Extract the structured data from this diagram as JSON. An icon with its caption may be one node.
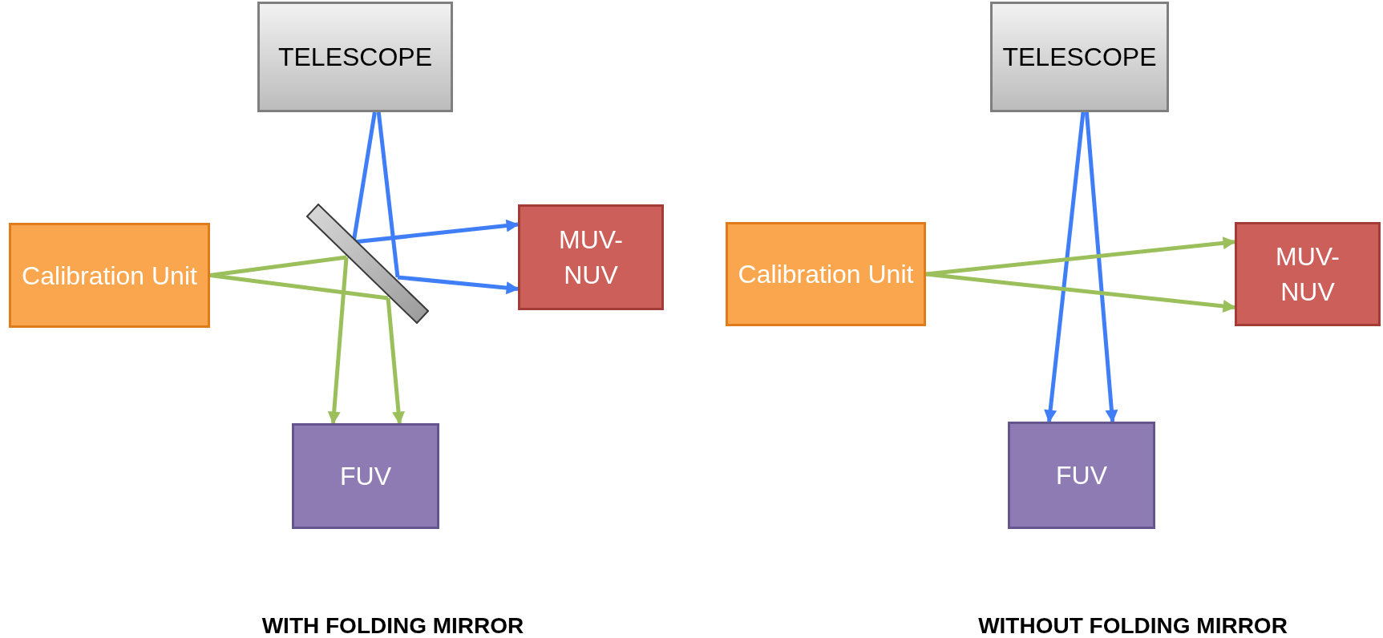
{
  "diagram": {
    "nodes": [
      {
        "text": [
          "TELESCOPE"
        ]
      },
      {
        "text": [
          "Calibration Unit"
        ]
      },
      {
        "text": [
          "MUV-NUV"
        ]
      },
      {
        "text": [
          "FUV"
        ]
      },
      {
        "text": [
          "TELESCOPE"
        ]
      },
      {
        "text": [
          "Calibration Unit"
        ]
      },
      {
        "text": [
          "MUV-NUV"
        ]
      },
      {
        "text": [
          "FUV"
        ]
      },
      {
        "text": [],
        "shape": "bar"
      }
    ],
    "edges": [
      {
        "from": 0,
        "to": 8,
        "arrow": "none",
        "color": "#3f7ef6"
      },
      {
        "from": 8,
        "to": 2,
        "arrow": "to",
        "color": "#3f7ef6"
      },
      {
        "from": 0,
        "to": 8,
        "arrow": "none",
        "color": "#3f7ef6"
      },
      {
        "from": 8,
        "to": 2,
        "arrow": "to",
        "color": "#3f7ef6"
      },
      {
        "from": 1,
        "to": 8,
        "arrow": "none",
        "color": "#9bbf5b"
      },
      {
        "from": 8,
        "to": 3,
        "arrow": "to",
        "color": "#9bbf5b"
      },
      {
        "from": 1,
        "to": 8,
        "arrow": "none",
        "color": "#9bbf5b"
      },
      {
        "from": 8,
        "to": 3,
        "arrow": "to",
        "color": "#9bbf5b"
      },
      {
        "from": 4,
        "to": 7,
        "arrow": "to",
        "color": "#3f7ef6"
      },
      {
        "from": 4,
        "to": 7,
        "arrow": "to",
        "color": "#3f7ef6"
      },
      {
        "from": 5,
        "to": 6,
        "arrow": "to",
        "color": "#9bbf5b"
      },
      {
        "from": 5,
        "to": 6,
        "arrow": "to",
        "color": "#9bbf5b"
      }
    ],
    "labels": [
      "WITH FOLDING MIRROR",
      "WITHOUT FOLDING MIRROR"
    ]
  }
}
